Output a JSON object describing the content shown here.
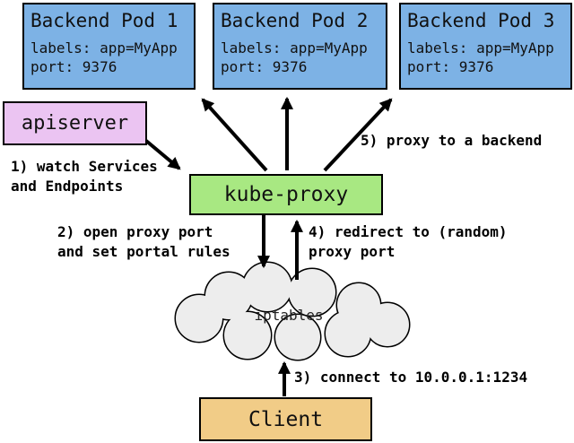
{
  "colors": {
    "pod_fill": "#7db2e5",
    "apiserver_fill": "#ebc4f2",
    "kube_proxy_fill": "#a8e882",
    "client_fill": "#f1cc87",
    "cloud_fill": "#ededed",
    "line_color": "#000000",
    "background": "#ffffff"
  },
  "pods": [
    {
      "title": "Backend Pod 1",
      "labels_line": "labels: app=MyApp",
      "port_line": "port: 9376"
    },
    {
      "title": "Backend Pod 2",
      "labels_line": "labels: app=MyApp",
      "port_line": "port: 9376"
    },
    {
      "title": "Backend Pod 3",
      "labels_line": "labels: app=MyApp",
      "port_line": "port: 9376"
    }
  ],
  "nodes": {
    "apiserver": "apiserver",
    "kube_proxy": "kube-proxy",
    "iptables": "iptables",
    "client": "Client"
  },
  "annotations": {
    "step1_line1": "1) watch Services",
    "step1_line2": "and Endpoints",
    "step2_line1": "2) open proxy port",
    "step2_line2": "and set portal rules",
    "step3": "3) connect to 10.0.0.1:1234",
    "step4_line1": "4) redirect to (random)",
    "step4_line2": "proxy port",
    "step5": "5) proxy to a backend"
  }
}
